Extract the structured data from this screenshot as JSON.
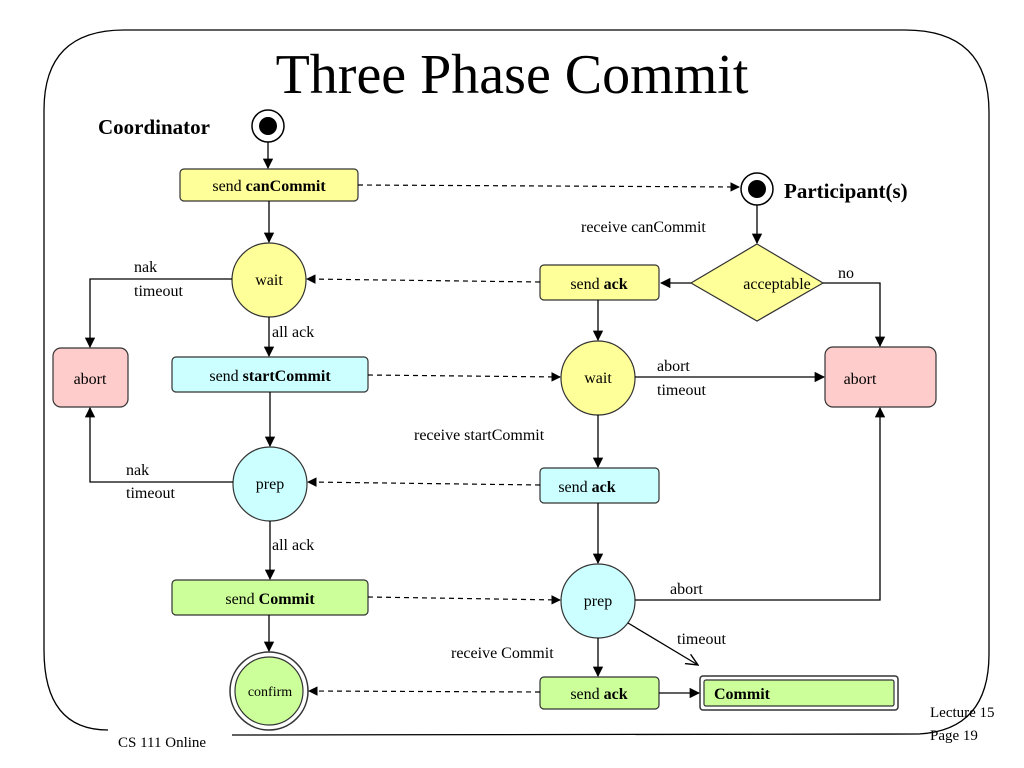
{
  "title": "Three Phase Commit",
  "footer": {
    "course": "CS 111 Online",
    "lecture": "Lecture 15",
    "page": "Page 19"
  },
  "roles": {
    "coordinator": "Coordinator",
    "participant": "Participant(s)"
  },
  "colors": {
    "yellow": "#ffff99",
    "cyan": "#ccffff",
    "green": "#ccff99",
    "pink": "#ffcccc"
  },
  "coordinator": {
    "send_cancommit": {
      "prefix": "send ",
      "keyword": "canCommit"
    },
    "wait": "wait",
    "abort": "abort",
    "send_startcommit": {
      "prefix": "send ",
      "keyword": "startCommit"
    },
    "prep": "prep",
    "send_commit": {
      "prefix": "send ",
      "keyword": "Commit"
    },
    "confirm": "confirm"
  },
  "participant": {
    "acceptable": "acceptable",
    "send_ack1": {
      "prefix": "send ",
      "keyword": "ack"
    },
    "wait": "wait",
    "abort": "abort",
    "send_ack2": {
      "prefix": "send ",
      "keyword": "ack"
    },
    "prep": "prep",
    "send_ack3": {
      "prefix": "send ",
      "keyword": "ack"
    },
    "commit": "Commit"
  },
  "labels": {
    "nak1": "nak",
    "timeout1": "timeout",
    "all_ack1": "all ack",
    "nak2": "nak",
    "timeout2": "timeout",
    "all_ack2": "all ack",
    "receive_cancommit": "receive canCommit",
    "no": "no",
    "abort_wait": "abort",
    "timeout_wait": "timeout",
    "receive_startcommit": "receive startCommit",
    "abort_prep": "abort",
    "timeout_prep": "timeout",
    "receive_commit": "receive Commit"
  }
}
